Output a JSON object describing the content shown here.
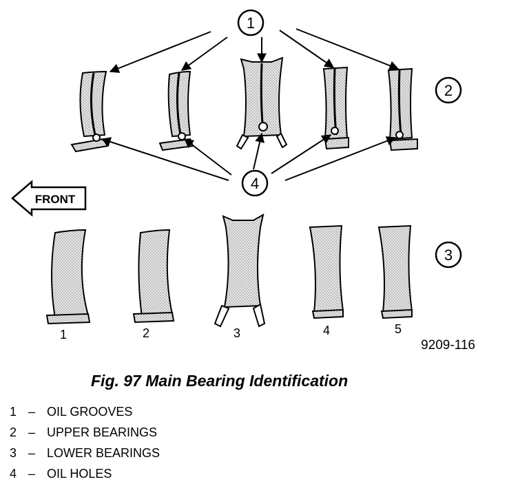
{
  "callouts": {
    "c1": "1",
    "c2": "2",
    "c3": "3",
    "c4": "4"
  },
  "front_label": "FRONT",
  "bearing_numbers": [
    "1",
    "2",
    "3",
    "4",
    "5"
  ],
  "figure_code": "9209-116",
  "caption": "Fig. 97 Main Bearing Identification",
  "legend": [
    {
      "num": "1",
      "sep": "–",
      "text": "OIL GROOVES"
    },
    {
      "num": "2",
      "sep": "–",
      "text": "UPPER BEARINGS"
    },
    {
      "num": "3",
      "sep": "–",
      "text": "LOWER BEARINGS"
    },
    {
      "num": "4",
      "sep": "–",
      "text": "OIL HOLES"
    }
  ]
}
